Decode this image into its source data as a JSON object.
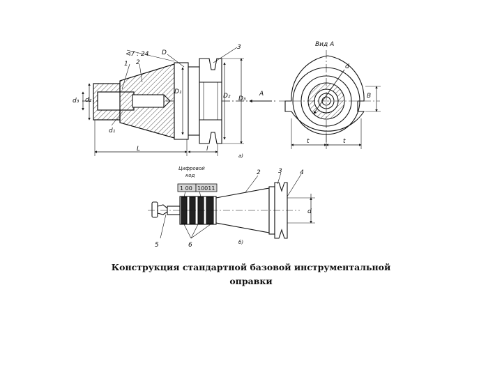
{
  "figure_a": {
    "labels": {
      "taper": "⊲7 : 24",
      "D": "D",
      "n1": "1",
      "n2": "2",
      "n3": "3",
      "d3": "d₃",
      "d2": "d₂",
      "d1": "d₁",
      "D1": "D₁",
      "D2": "D₂",
      "D3": "D₃",
      "A": "A",
      "L": "L",
      "l": "l",
      "fig": "а)"
    },
    "view": {
      "title": "Вид  А",
      "d": "d",
      "B": "B",
      "t1": "t",
      "t2": "t"
    }
  },
  "figure_b": {
    "code_label": [
      "Цифровой",
      "код"
    ],
    "code_values": [
      "1 00",
      "10011"
    ],
    "labels": {
      "n2": "2",
      "n3": "3",
      "n4": "4",
      "n5": "5",
      "n6": "6",
      "d": "d",
      "fig": "б)"
    }
  },
  "caption": {
    "line1": "Конструкция стандартной базовой инструментальной",
    "line2": "оправки"
  }
}
